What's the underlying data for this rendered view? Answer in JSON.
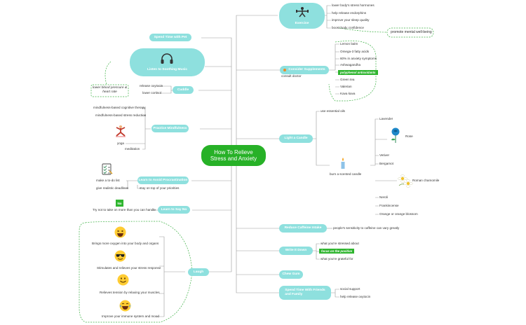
{
  "central": {
    "line1": "How To Relieve",
    "line2": "Stress and Anxiety"
  },
  "left": {
    "spend_time_pet": "Spend Time with Pet",
    "music": "Listen to Soothing Music",
    "music_callout_line1": "lower blood pressure &",
    "music_callout_line2": "heart rate",
    "cuddle": "Cuddle",
    "cuddle_items": [
      "release oxytocin",
      "lower cortisol"
    ],
    "mindfulness": "Practice Mindfulness",
    "mindfulness_items": [
      "mindfulness-based cognitive therapy",
      "mindfulness-based stress reduction",
      "yoga",
      "meditation"
    ],
    "procrastination": "Learn to Avoid Procrastination",
    "procrastination_items": [
      "make a to-do list",
      "give realistic  deadlines",
      "stay on top of your priorities"
    ],
    "say_no": "Learn to Say No",
    "say_no_badge": "No",
    "say_no_item": "Try not to take on more than you can handle",
    "laugh": "Laugh",
    "laugh_items": [
      "Brings more oxygen into your body and organs",
      "Stimulates and relieves your stress response",
      "Relieves tension by relaxing your muscles",
      "Improve your immune system and mood"
    ]
  },
  "right": {
    "exercise": "Exercise",
    "exercise_items": [
      "lower body's stress hormones",
      "help release endorphins",
      "improve your sleep quality",
      "boost body confidence"
    ],
    "exercise_callout": "promote mental well-being",
    "supplements": "Consider Supplements",
    "supplements_note": "consult doctor",
    "supplements_items": [
      "Lemon balm",
      "Omega-3 fatty acids",
      "60% in anxiety symptoms",
      "Ashwagandha",
      "polyphenol antioxidants",
      "Green tea",
      "Valerian",
      "Kava kava"
    ],
    "candle": "Light a Candle",
    "candle_top": "use essential oils",
    "candle_scented": "burn a  scented candle",
    "candle_items": [
      "Lavender",
      "Rose",
      "Vetiver",
      "Bergamot",
      "Roman chamomile",
      "Neroli",
      "Frankincense",
      "Orange or orange blossom"
    ],
    "caffeine": "Reduce Caffeine Intake",
    "caffeine_item": "people's sensitivity to caffeine can vary greatly",
    "write": "Write It Down",
    "write_items": [
      "what you're stressed about",
      "focus on the positive",
      "what you're grateful for"
    ],
    "chew_gum": "Chew Gum",
    "friends_line1": "Spend Time With Friends",
    "friends_line2": "and Family",
    "friends_items": [
      "social support",
      "help release oxytocin"
    ]
  },
  "colors": {
    "central": "#27b127",
    "topic": "#8ee0de",
    "line": "#9a9a9a",
    "callout": "#3cb043",
    "tag": "#2fb52f"
  },
  "icons": [
    "headphones-icon",
    "exercise-icon",
    "supplement-icon",
    "candle-icon",
    "rose-icon",
    "chamomile-icon",
    "yoga-icon",
    "checklist-icon",
    "no-badge-icon",
    "laugh-emoji-icon",
    "cool-emoji-icon",
    "smile-emoji-icon",
    "tears-joy-emoji-icon"
  ]
}
